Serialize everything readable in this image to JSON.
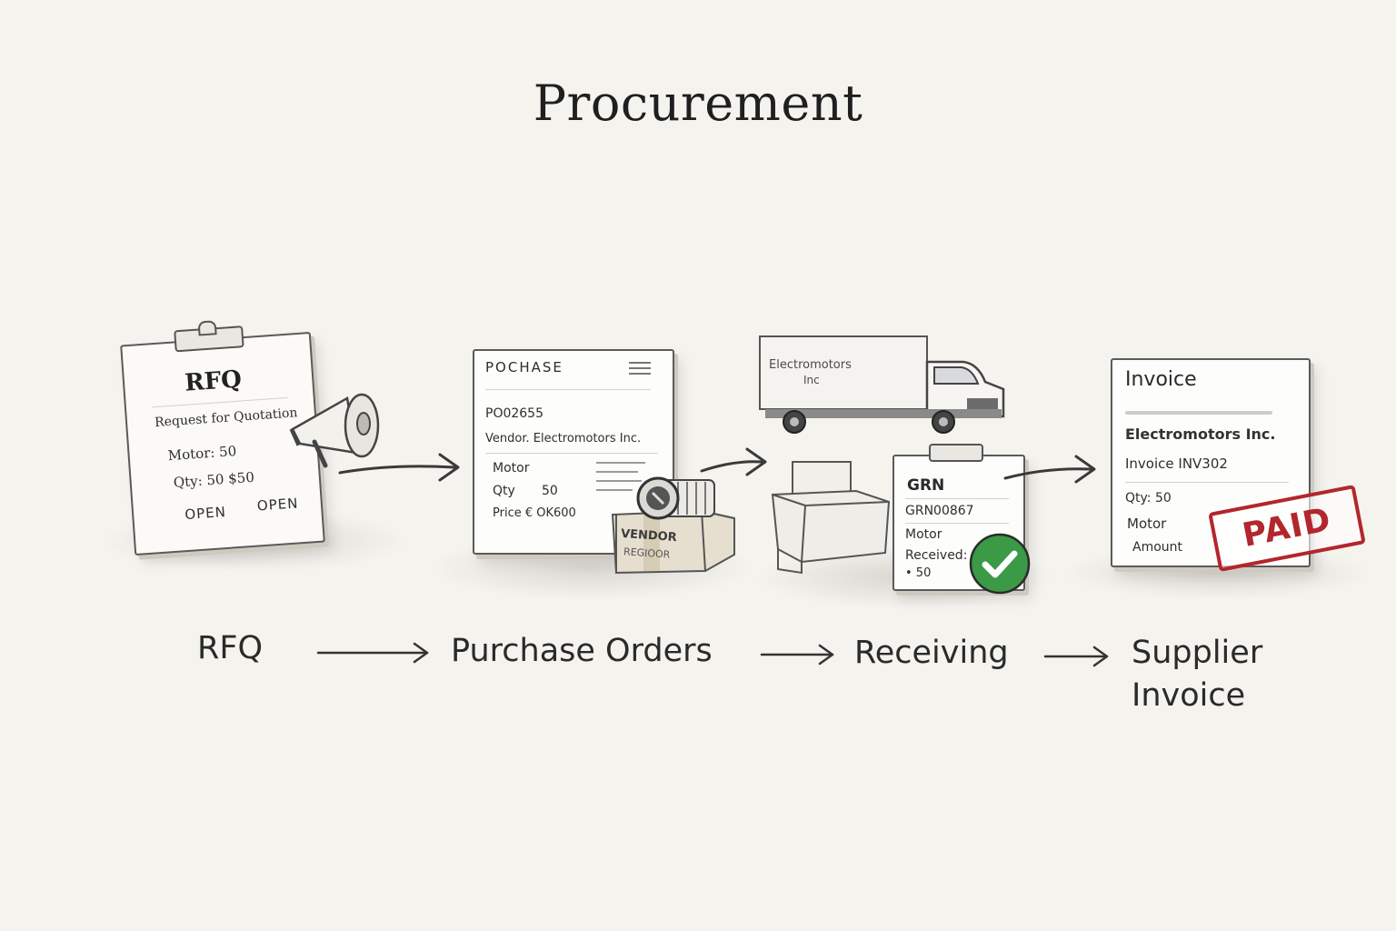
{
  "title": "Procurement",
  "rfq_doc": {
    "heading": "RFQ",
    "subtitle": "Request for Quotation",
    "line1": "Motor: 50",
    "line2": "Qty: 50 $50",
    "status_left": "OPEN",
    "status_right": "OPEN"
  },
  "po_doc": {
    "heading": "POCHASE",
    "number": "PO02655",
    "vendor": "Vendor. Electromotors Inc.",
    "item": "Motor",
    "qty_label": "Qty",
    "qty_value": "50",
    "price": "Price € OK600",
    "box_label": "VENDOR",
    "box_sublabel": "REGIOOR"
  },
  "truck": {
    "label_line1": "Electromotors",
    "label_line2": "Inc"
  },
  "grn_doc": {
    "heading": "GRN",
    "number": "GRN00867",
    "item": "Motor",
    "received_label": "Received:",
    "received_value": "• 50"
  },
  "invoice_doc": {
    "heading": "Invoice",
    "vendor": "Electromotors Inc.",
    "number": "Invoice INV302",
    "qty": "Qty: 50",
    "item": "Motor",
    "amount": "Amount",
    "stamp": "PAID"
  },
  "stages": [
    {
      "label": "RFQ"
    },
    {
      "label": "Purchase Orders"
    },
    {
      "label": "Receiving"
    },
    {
      "label_line1": "Supplier",
      "label_line2": "Invoice"
    }
  ],
  "colors": {
    "background": "#f5f3ee",
    "ink": "#2b2b2b",
    "stamp_red": "#b3262d",
    "check_green": "#3a9a45"
  },
  "icons": [
    "clipboard-icon",
    "megaphone-icon",
    "motor-icon",
    "box-icon",
    "truck-icon",
    "check-icon",
    "arrow-right-icon"
  ]
}
